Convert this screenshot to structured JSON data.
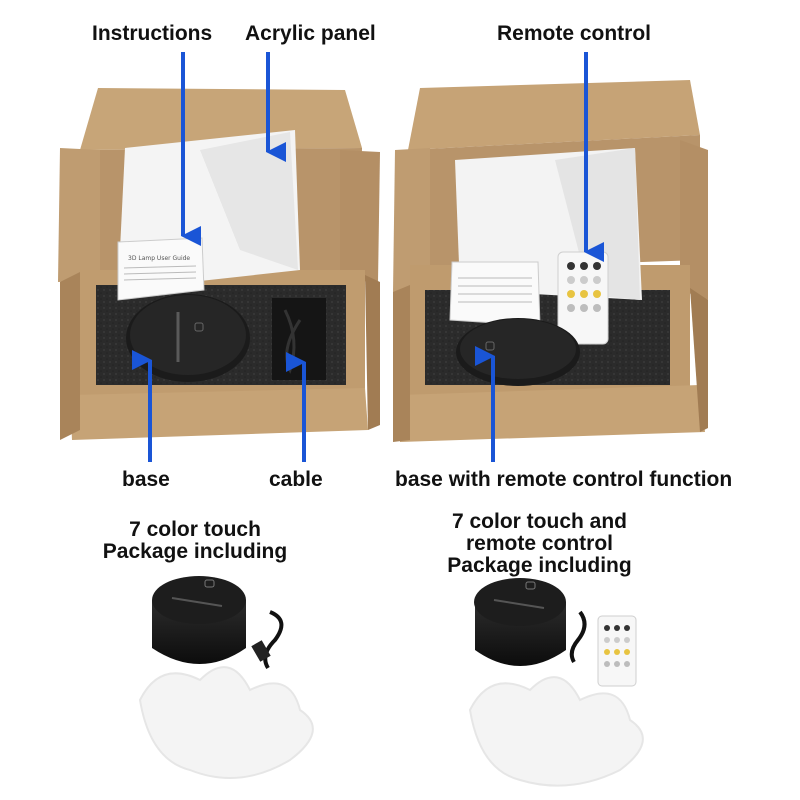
{
  "labels": {
    "instructions": "Instructions",
    "acrylic_panel": "Acrylic panel",
    "remote_control": "Remote control",
    "base": "base",
    "cable": "cable",
    "base_remote": "base with remote control function"
  },
  "captions": {
    "left": [
      "7 color touch",
      "Package including"
    ],
    "right": [
      "7 color touch and",
      "remote control",
      "Package including"
    ]
  },
  "manual_title": "3D Lamp User Guide",
  "colors": {
    "arrow": "#1a55d6",
    "cardboard": "#c9a67a",
    "cardboard_dark": "#a9845a",
    "foam": "#2a2a2a",
    "base": "#151515"
  }
}
